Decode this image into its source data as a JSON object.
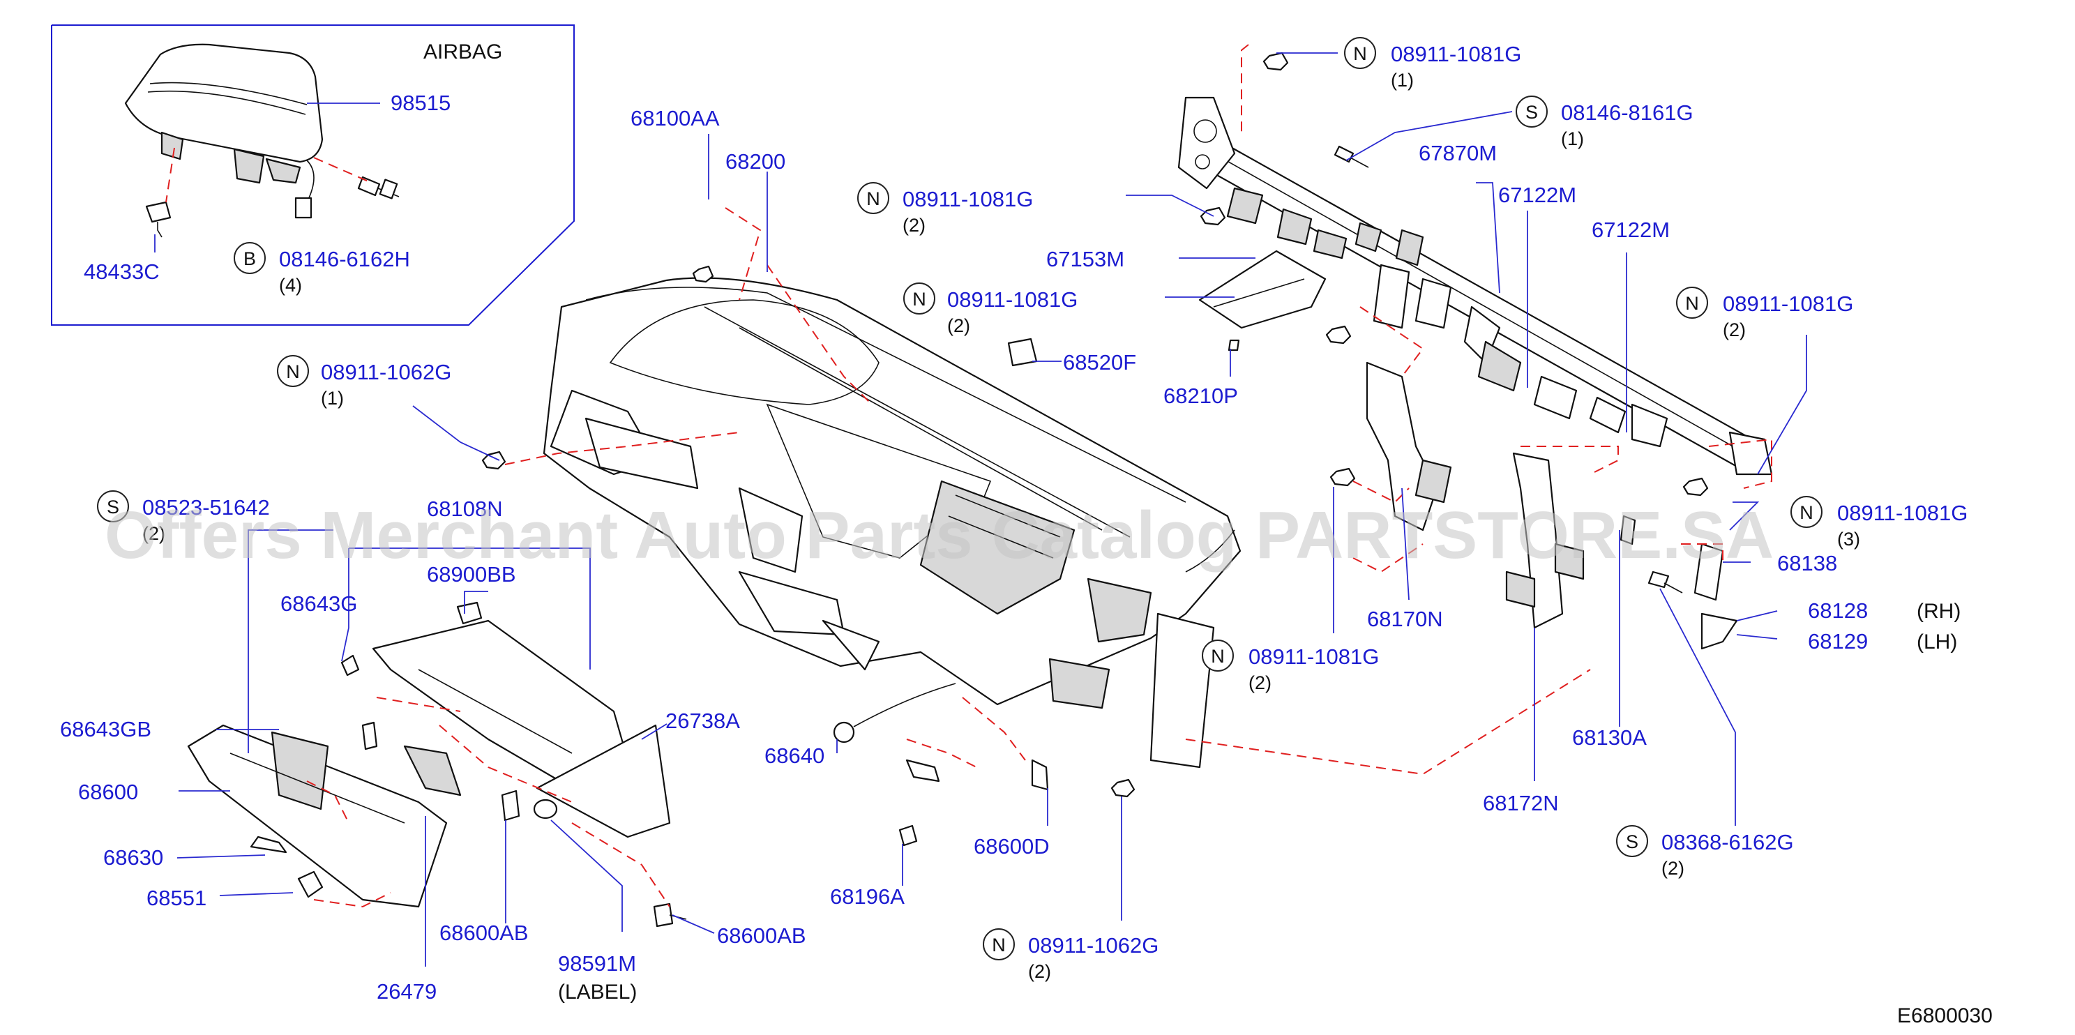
{
  "airbag_title": "AIRBAG",
  "diagram_code": "E6800030",
  "watermark": "Offers Merchant Auto Parts Catalog PARTSTORE.SA",
  "callouts": [
    {
      "part": "98515"
    },
    {
      "part": "48433C"
    },
    {
      "part": "08146-6162H",
      "prefix": "B",
      "qty": "(4)"
    },
    {
      "part": "68100AA"
    },
    {
      "part": "68200"
    },
    {
      "part": "08911-1081G",
      "prefix": "N",
      "qty": "(2)"
    },
    {
      "part": "08911-1081G",
      "prefix": "N",
      "qty": "(2)"
    },
    {
      "part": "67153M"
    },
    {
      "part": "68520F"
    },
    {
      "part": "68210P"
    },
    {
      "part": "08911-1081G",
      "prefix": "N",
      "qty": "(1)"
    },
    {
      "part": "08146-8161G",
      "prefix": "S",
      "qty": "(1)"
    },
    {
      "part": "67870M"
    },
    {
      "part": "67122M"
    },
    {
      "part": "67122M"
    },
    {
      "part": "08911-1081G",
      "prefix": "N",
      "qty": "(2)"
    },
    {
      "part": "08911-1062G",
      "prefix": "N",
      "qty": "(1)"
    },
    {
      "part": "08523-51642",
      "prefix": "S",
      "qty": "(2)"
    },
    {
      "part": "68108N"
    },
    {
      "part": "68900BB"
    },
    {
      "part": "68643G"
    },
    {
      "part": "68643GB"
    },
    {
      "part": "68600"
    },
    {
      "part": "68630"
    },
    {
      "part": "68551"
    },
    {
      "part": "26738A"
    },
    {
      "part": "68640"
    },
    {
      "part": "68196A"
    },
    {
      "part": "68600D"
    },
    {
      "part": "68600AB"
    },
    {
      "part": "68600AB"
    },
    {
      "part": "98591M",
      "note": "(LABEL)"
    },
    {
      "part": "26479"
    },
    {
      "part": "08911-1062G",
      "prefix": "N",
      "qty": "(2)"
    },
    {
      "part": "08911-1081G",
      "prefix": "N",
      "qty": "(2)"
    },
    {
      "part": "68170N"
    },
    {
      "part": "68172N"
    },
    {
      "part": "68130A"
    },
    {
      "part": "08911-1081G",
      "prefix": "N",
      "qty": "(3)"
    },
    {
      "part": "68138"
    },
    {
      "part": "68128",
      "note": "(RH)"
    },
    {
      "part": "68129",
      "note": "(LH)"
    },
    {
      "part": "08368-6162G",
      "prefix": "S",
      "qty": "(2)"
    }
  ]
}
